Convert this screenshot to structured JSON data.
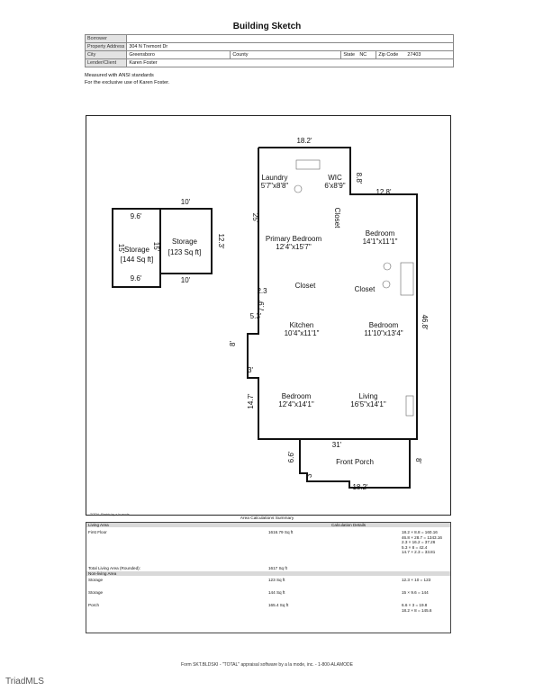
{
  "title": "Building Sketch",
  "header": {
    "borrower_label": "Borrower",
    "borrower_value": "",
    "address_label": "Property Address",
    "address_value": "304 N Tremont Dr",
    "city_label": "City",
    "city_value": "Greensboro",
    "county_label": "County",
    "county_value": "",
    "state_label": "State",
    "state_value": "NC",
    "zip_label": "Zip Code",
    "zip_value": "27403",
    "lender_label": "Lender/Client",
    "lender_value": "Karen Foster"
  },
  "notes": {
    "line1": "Measured with ANSI standards",
    "line2": "For the exclusive use of Karen Foster."
  },
  "plan": {
    "rooms": [
      {
        "name": "Laundry",
        "dim": "5'7\"x8'8\""
      },
      {
        "name": "WIC",
        "dim": "6'x8'9\""
      },
      {
        "name": "Primary Bedroom",
        "dim": "12'4\"x15'7\""
      },
      {
        "name": "Bedroom",
        "dim": "14'1\"x11'1\""
      },
      {
        "name": "Closet",
        "dim": ""
      },
      {
        "name": "Closet",
        "dim": ""
      },
      {
        "name": "Kitchen",
        "dim": "10'4\"x11'1\""
      },
      {
        "name": "Bedroom",
        "dim": "11'10\"x13'4\""
      },
      {
        "name": "Bedroom",
        "dim": "12'4\"x14'1\""
      },
      {
        "name": "Living",
        "dim": "16'5\"x14'1\""
      },
      {
        "name": "Front Porch",
        "dim": ""
      }
    ],
    "closet_vertical": "Closet",
    "storage": [
      {
        "name": "Storage",
        "area": "[144 Sq ft]"
      },
      {
        "name": "Storage",
        "area": "[123 Sq ft]"
      }
    ],
    "dims": {
      "top": "18.2'",
      "wic_side": "8.8'",
      "step": "12.8'",
      "left_upper": "25'",
      "closet_h": "2.3",
      "closet_v": "7.9'",
      "jog": "5.3'",
      "left_mid": "8'",
      "left_step": "3'",
      "left_lower": "14.7'",
      "right": "46.8'",
      "porch_top": "31'",
      "porch_left": "6.6'",
      "porch_right": "8'",
      "porch_jog": "3'",
      "porch_bottom": "18.2'",
      "st_top_right": "10'",
      "st_top_left": "9.6'",
      "st_bottom_left": "9.6'",
      "st_bottom_right": "10'",
      "st_right": "12.3'",
      "st_mid_a": "15'",
      "st_mid_b": "15'"
    }
  },
  "area_summary": {
    "small_note": "TOTAL Sketch by a la mode",
    "title": "Area Calculations Summary",
    "living_area_label": "Living Area",
    "calc_details_label": "Calculation Details",
    "first_floor_label": "First Floor",
    "first_floor_value": "1616.79 Sq ft",
    "first_floor_calcs": [
      "18.2 × 8.8 = 160.16",
      "46.8 × 28.7 = 1343.16",
      "2.3 × 16.2 = 37.26",
      "5.3 × 8 = 42.4",
      "14.7 × 2.3 = 33.81"
    ],
    "total_living_label": "Total Living Area (Rounded):",
    "total_living_value": "1617 Sq ft",
    "non_living_label": "Non-living Area",
    "non_living": [
      {
        "label": "Storage",
        "value": "123 Sq ft",
        "calcs": [
          "12.3 × 10 = 123"
        ]
      },
      {
        "label": "Storage",
        "value": "144 Sq ft",
        "calcs": [
          "15 × 9.6 = 144"
        ]
      },
      {
        "label": "Porch",
        "value": "165.4 Sq ft",
        "calcs": [
          "6.6 × 3 = 19.8",
          "18.2 × 8 = 145.6"
        ]
      }
    ]
  },
  "footer": "Form SKT.BLDSKI - \"TOTAL\" appraisal software by a la mode, inc. - 1-800-ALAMODE",
  "watermark": "TriadMLS"
}
